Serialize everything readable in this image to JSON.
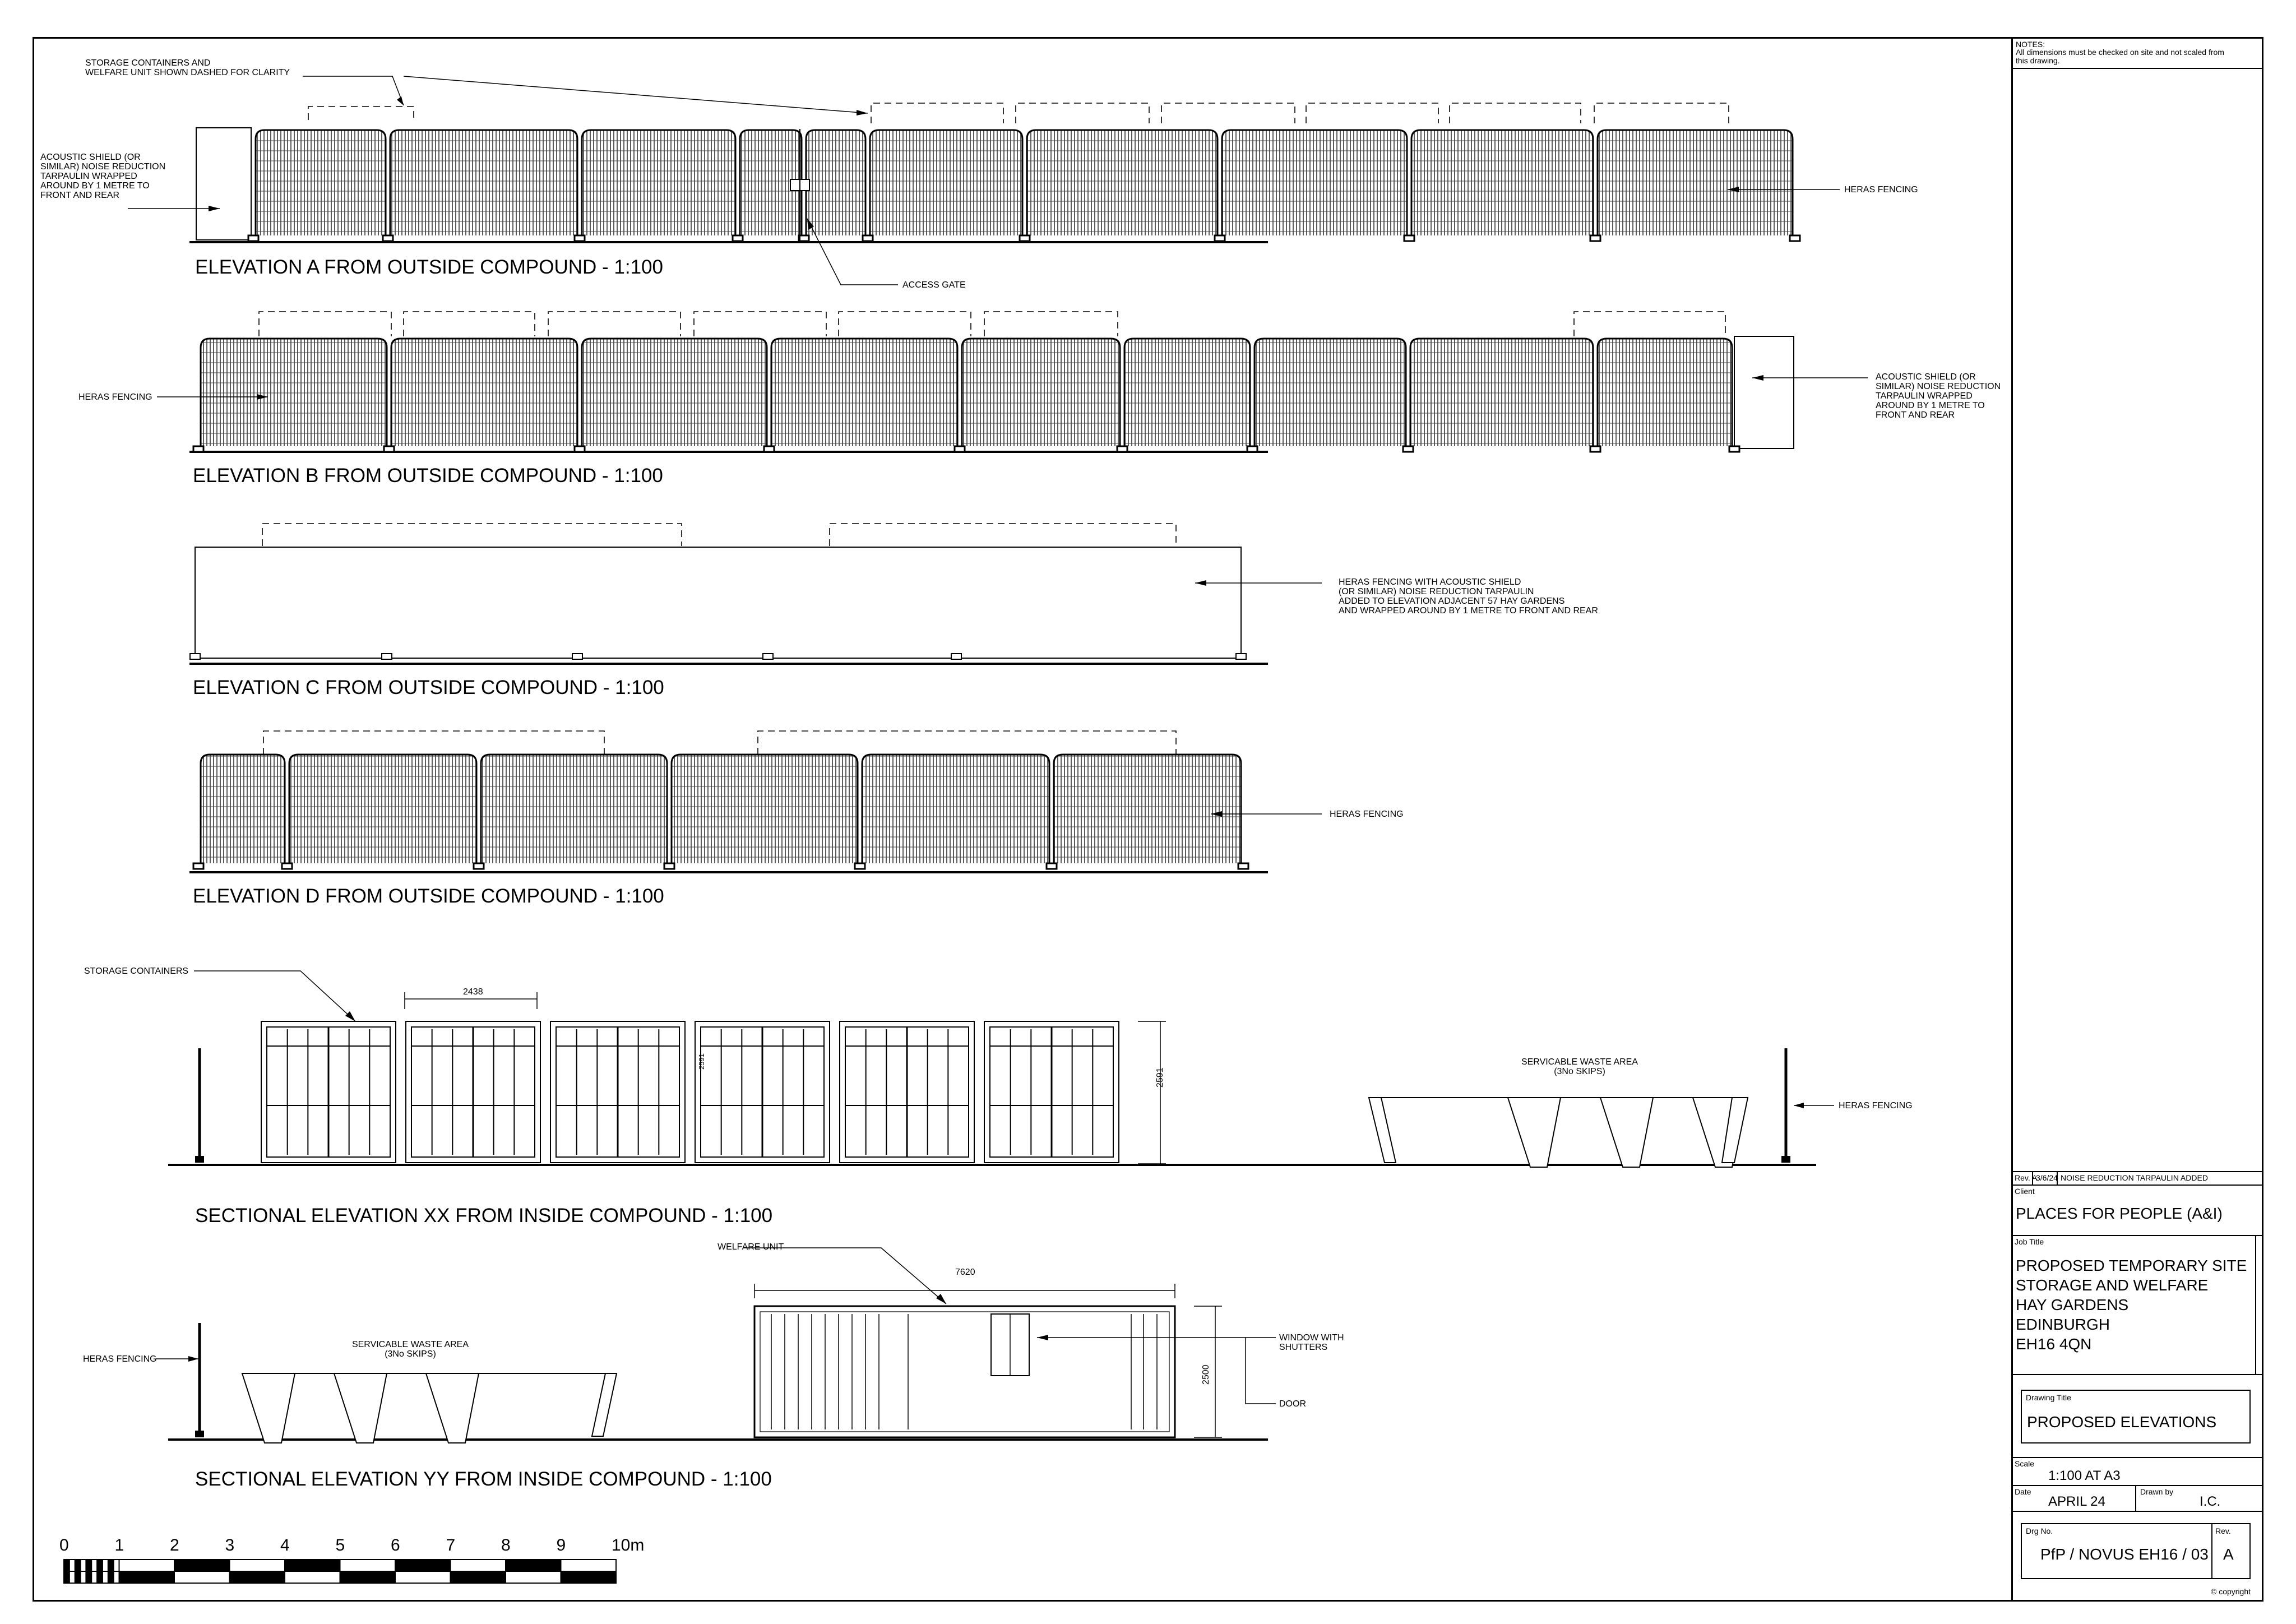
{
  "notes": {
    "heading": "NOTES:",
    "text": "All dimensions must be checked on site and not scaled from this drawing."
  },
  "elevations": {
    "a": {
      "title": "ELEVATION A FROM OUTSIDE COMPOUND - 1:100",
      "storage_note": "STORAGE CONTAINERS AND\nWELFARE UNIT SHOWN DASHED FOR CLARITY",
      "acoustic_note": "ACOUSTIC SHIELD (OR\nSIMILAR) NOISE REDUCTION\nTARPAULIN WRAPPED\nAROUND BY 1 METRE TO\nFRONT AND REAR",
      "heras_note": "HERAS FENCING",
      "gate_note": "ACCESS GATE"
    },
    "b": {
      "title": "ELEVATION B FROM OUTSIDE COMPOUND - 1:100",
      "heras_note": "HERAS FENCING",
      "acoustic_note": "ACOUSTIC SHIELD (OR\nSIMILAR) NOISE REDUCTION\nTARPAULIN WRAPPED\nAROUND BY 1 METRE TO\nFRONT AND REAR"
    },
    "c": {
      "title": "ELEVATION C FROM OUTSIDE COMPOUND - 1:100",
      "note": "HERAS FENCING WITH ACOUSTIC SHIELD\n(OR SIMILAR) NOISE REDUCTION TARPAULIN\nADDED TO ELEVATION ADJACENT 57 HAY GARDENS\nAND WRAPPED AROUND BY 1 METRE TO FRONT AND REAR"
    },
    "d": {
      "title": "ELEVATION D FROM OUTSIDE COMPOUND - 1:100",
      "heras_note": "HERAS FENCING"
    }
  },
  "sections": {
    "xx": {
      "title": "SECTIONAL ELEVATION XX FROM INSIDE COMPOUND - 1:100",
      "storage_note": "STORAGE CONTAINERS",
      "width_dim": "2438",
      "height_dim": "2591",
      "inner_dim": "2591",
      "waste_note": "SERVICABLE WASTE AREA\n(3No SKIPS)",
      "heras_note": "HERAS FENCING"
    },
    "yy": {
      "title": "SECTIONAL ELEVATION YY FROM INSIDE COMPOUND - 1:100",
      "welfare_note": "WELFARE UNIT",
      "width_dim": "7620",
      "height_dim": "2500",
      "heras_note": "HERAS FENCING",
      "waste_note": "SERVICABLE WASTE AREA\n(3No SKIPS)",
      "window_note": "WINDOW WITH\nSHUTTERS",
      "door_note": "DOOR"
    }
  },
  "scale_bar": {
    "labels": [
      "0",
      "1",
      "2",
      "3",
      "4",
      "5",
      "6",
      "7",
      "8",
      "9",
      "10m"
    ]
  },
  "title_block": {
    "revision": {
      "rev": "Rev. A",
      "date": "3/6/24",
      "desc": "NOISE REDUCTION TARPAULIN ADDED"
    },
    "client_label": "Client",
    "client": "PLACES FOR PEOPLE (A&I)",
    "job_label": "Job Title",
    "job_title": "PROPOSED TEMPORARY SITE\nSTORAGE AND WELFARE\nHAY GARDENS\nEDINBURGH\nEH16 4QN",
    "drawing_title_label": "Drawing Title",
    "drawing_title": "PROPOSED ELEVATIONS",
    "scale_label": "Scale",
    "scale": "1:100 AT A3",
    "date_label": "Date",
    "date": "APRIL 24",
    "drawn_label": "Drawn by",
    "drawn": "I.C.",
    "drg_label": "Drg No.",
    "drg": "PfP / NOVUS EH16 / 03",
    "rev_label": "Rev.",
    "rev": "A",
    "copyright": "© copyright"
  }
}
